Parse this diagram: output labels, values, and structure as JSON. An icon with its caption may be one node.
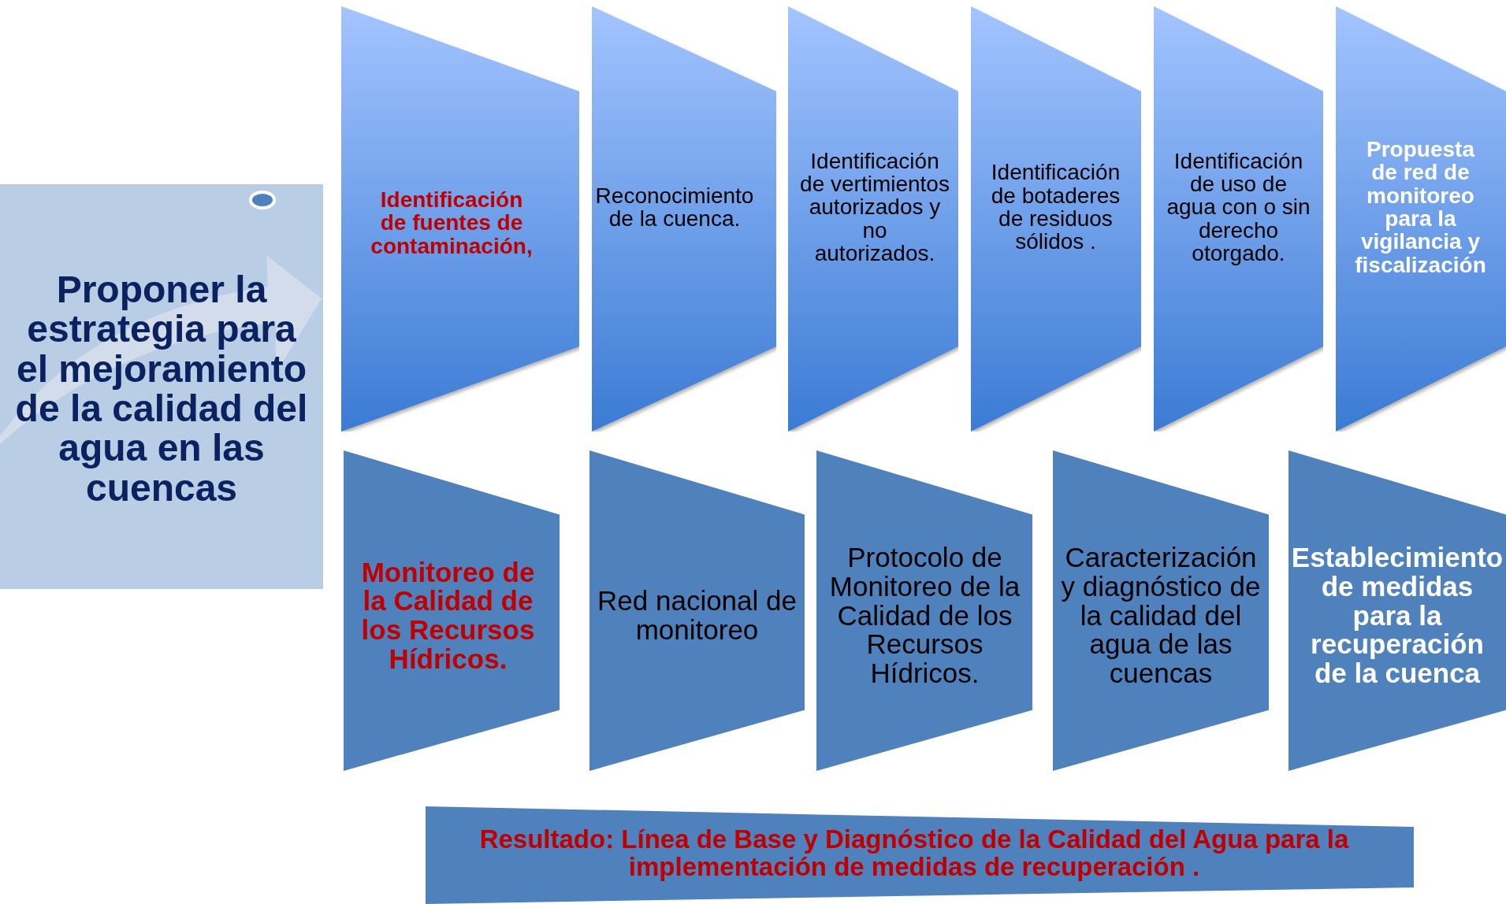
{
  "diagram": {
    "nodes": [
      {
        "text": [
          "Proponer la estrategia para el mejoramiento de la calidad del agua en las cuencas"
        ]
      },
      {
        "text": [
          "Identificación de fuentes de contaminación,"
        ]
      },
      {
        "text": [
          "Reconocimiento de la cuenca."
        ]
      },
      {
        "text": [
          "Identificación de vertimientos autorizados y no autorizados."
        ]
      },
      {
        "text": [
          "Identificación de botaderes de residuos sólidos ."
        ]
      },
      {
        "text": [
          "Identificación de uso de agua con o sin derecho otorgado."
        ]
      },
      {
        "text": [
          "Propuesta de red de monitoreo para la vigilancia y fiscalización"
        ]
      },
      {
        "text": [
          "Monitoreo de la Calidad de los Recursos Hídricos."
        ]
      },
      {
        "text": [
          "Red  nacional de monitoreo"
        ]
      },
      {
        "text": [
          "Protocolo de Monitoreo de la Calidad de los Recursos Hídricos."
        ]
      },
      {
        "text": [
          "Caracterización y diagnóstico de la calidad del agua de las cuencas"
        ]
      },
      {
        "text": [
          "Establecimiento de medidas para la recuperación de la cuenca"
        ]
      },
      {
        "text": [
          "Resultado: Línea de Base y Diagnóstico de la Calidad del Agua para la implementación de medidas de recuperación ."
        ]
      }
    ],
    "edges": []
  }
}
